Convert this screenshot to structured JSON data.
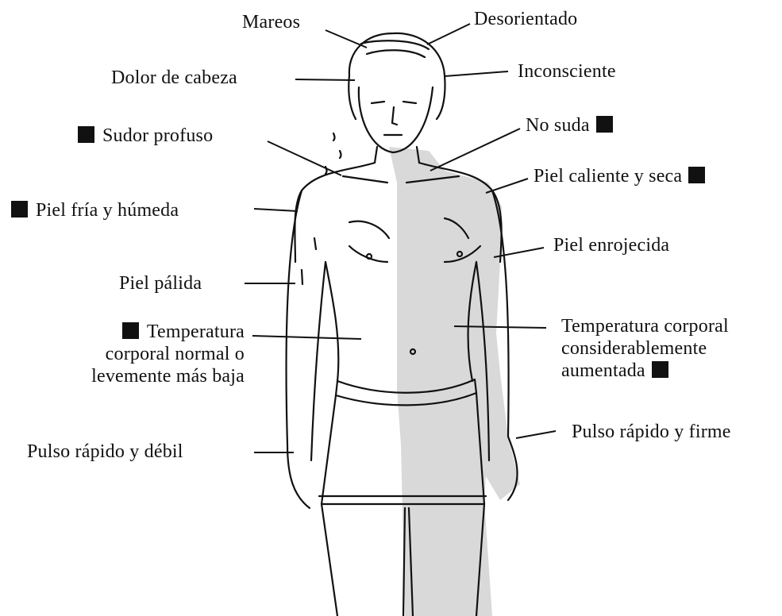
{
  "labels": {
    "mareos": "Mareos",
    "desorientado": "Desorientado",
    "dolor_cabeza": "Dolor de cabeza",
    "inconsciente": "Inconsciente",
    "sudor_profuso": "Sudor profuso",
    "no_suda": "No suda",
    "piel_caliente_seca": "Piel caliente y seca",
    "piel_fria_humeda": "Piel fría y húmeda",
    "piel_enrojecida": "Piel enrojecida",
    "piel_palida": "Piel pálida",
    "temp_normal": [
      "Temperatura",
      "corporal normal o",
      "levemente más baja"
    ],
    "temp_aumentada": [
      "Temperatura corporal",
      "considerablemente",
      "aumentada"
    ],
    "pulso_debil": "Pulso rápido y débil",
    "pulso_firme": "Pulso rápido y firme"
  },
  "colors": {
    "ink": "#111111",
    "shade": "#d9d9d9",
    "marker": "#111111"
  }
}
